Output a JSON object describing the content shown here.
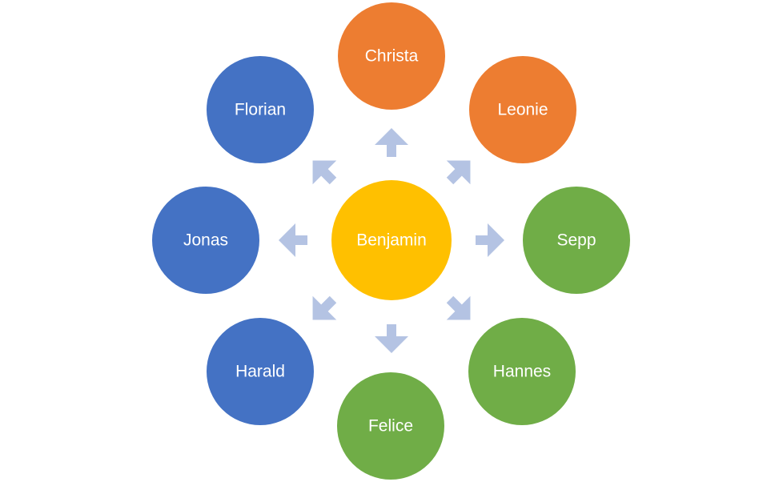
{
  "center": {
    "label": "Benjamin",
    "color": "#FFC000"
  },
  "arrow_color": "#B4C3E3",
  "nodes": [
    {
      "label": "Christa",
      "color": "#ED7D31"
    },
    {
      "label": "Leonie",
      "color": "#ED7D31"
    },
    {
      "label": "Sepp",
      "color": "#70AD47"
    },
    {
      "label": "Hannes",
      "color": "#70AD47"
    },
    {
      "label": "Felice",
      "color": "#70AD47"
    },
    {
      "label": "Harald",
      "color": "#4472C4"
    },
    {
      "label": "Jonas",
      "color": "#4472C4"
    },
    {
      "label": "Florian",
      "color": "#4472C4"
    }
  ]
}
